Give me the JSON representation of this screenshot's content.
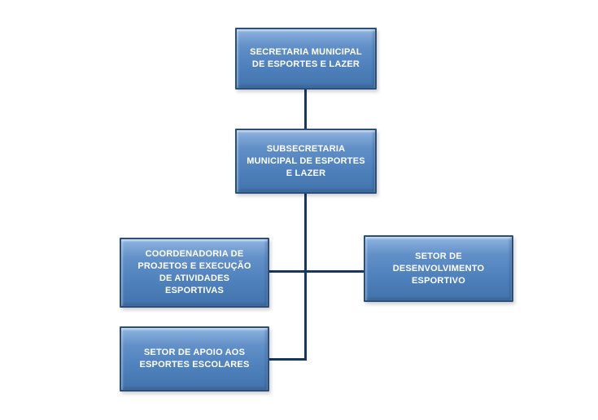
{
  "diagram": {
    "type": "org-chart",
    "nodes": [
      {
        "id": "secretaria",
        "label": "SECRETARIA MUNICIPAL DE ESPORTES E LAZER"
      },
      {
        "id": "subsecretaria",
        "label": "SUBSECRETARIA MUNICIPAL DE ESPORTES E LAZER"
      },
      {
        "id": "coordenadoria",
        "label": "COORDENADORIA DE PROJETOS E EXECUÇÃO DE ATIVIDADES ESPORTIVAS"
      },
      {
        "id": "desenvolvimento",
        "label": "SETOR DE DESENVOLVIMENTO ESPORTIVO"
      },
      {
        "id": "apoio",
        "label": "SETOR DE APOIO AOS ESPORTES ESCOLARES"
      }
    ],
    "edges": [
      {
        "from": "secretaria",
        "to": "subsecretaria"
      },
      {
        "from": "subsecretaria",
        "to": "coordenadoria"
      },
      {
        "from": "subsecretaria",
        "to": "desenvolvimento"
      },
      {
        "from": "subsecretaria",
        "to": "apoio"
      }
    ],
    "colors": {
      "box_fill": "#4f81bd",
      "box_fill_highlight": "#8fb4e0",
      "box_border": "#2a4e7e",
      "connector": "#17375e",
      "text": "#ffffff",
      "background": "#ffffff"
    }
  }
}
